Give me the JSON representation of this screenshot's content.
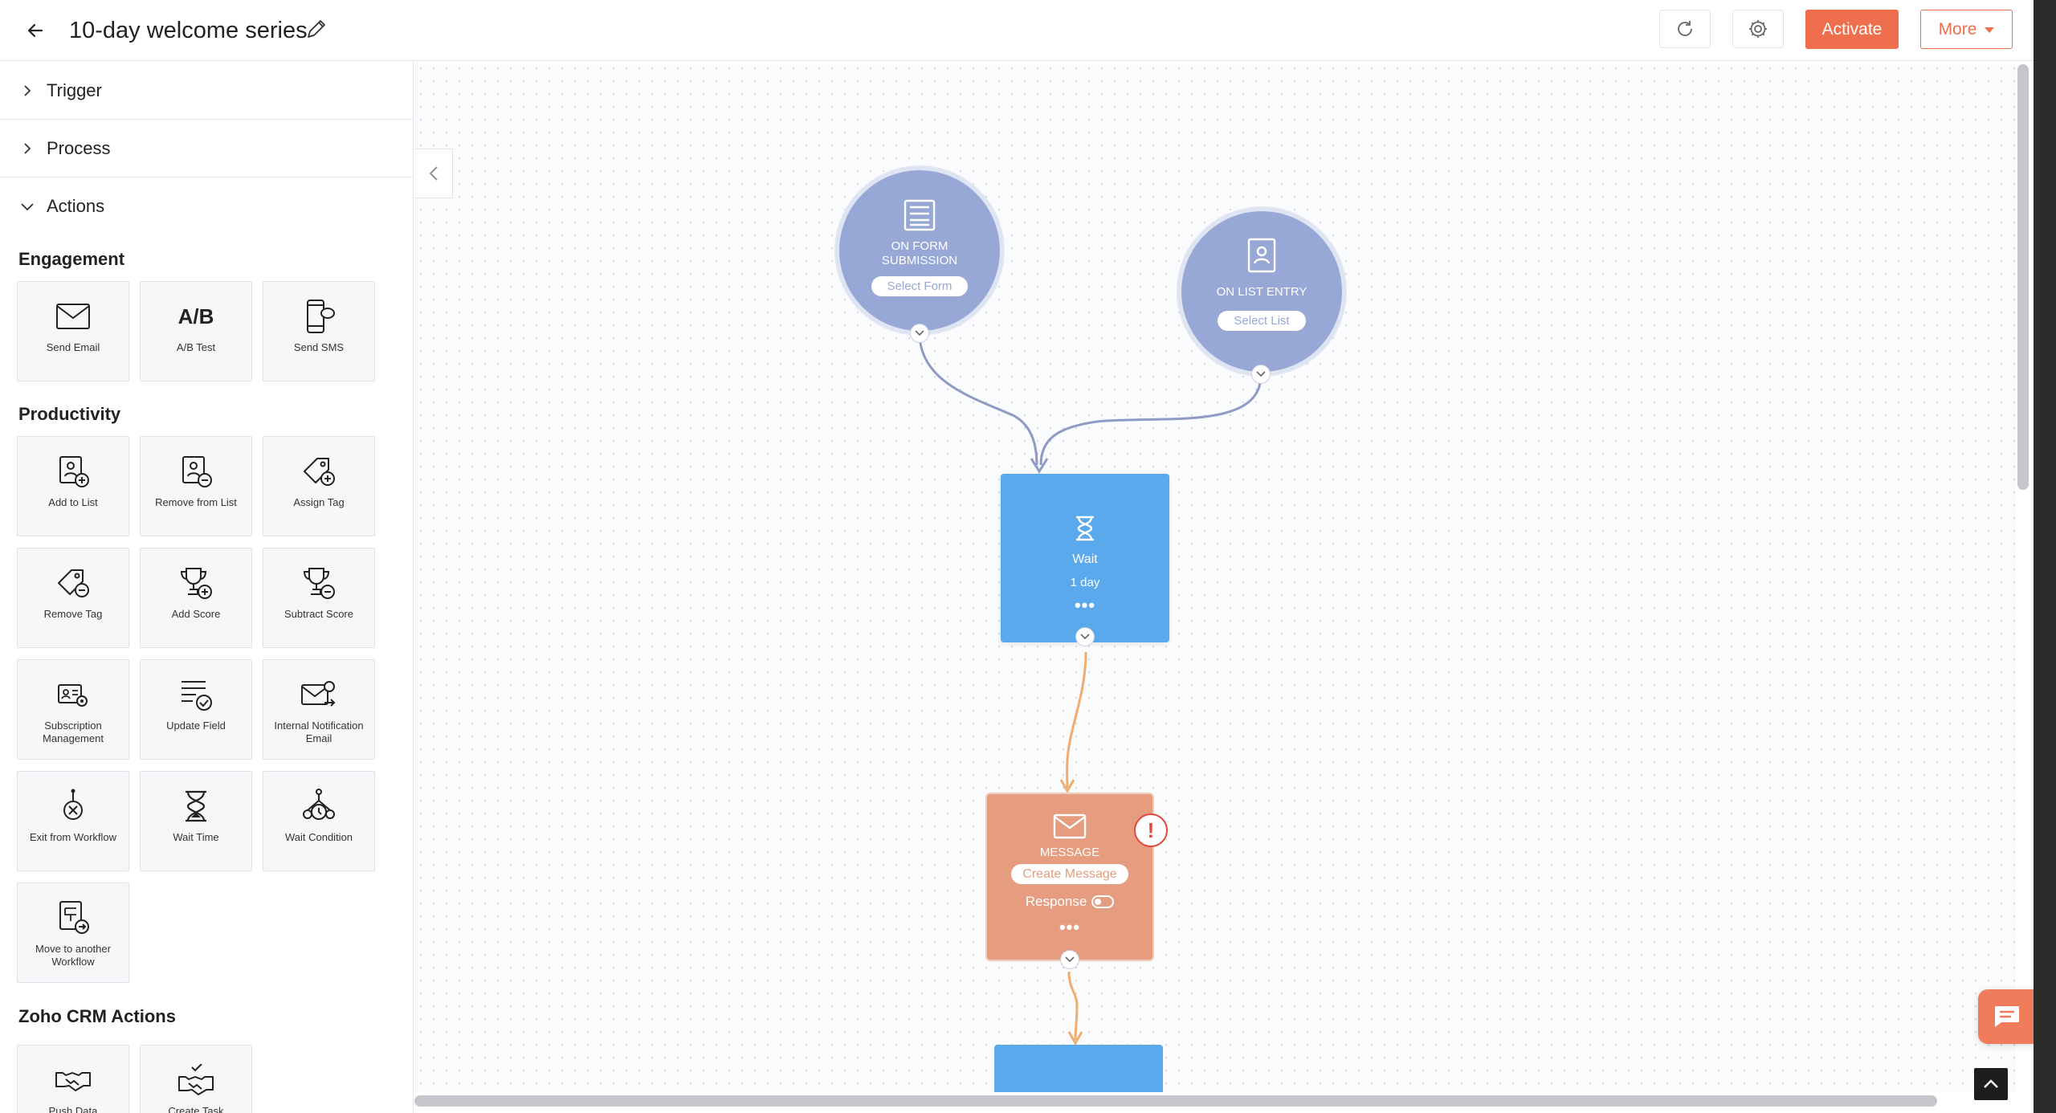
{
  "header": {
    "title": "10-day welcome series",
    "activate_label": "Activate",
    "more_label": "More"
  },
  "sidebar": {
    "accordions": [
      "Trigger",
      "Process",
      "Actions"
    ],
    "sections": [
      {
        "title": "Engagement",
        "tiles": [
          {
            "label": "Send Email",
            "icon": "envelope-icon"
          },
          {
            "label": "A/B Test",
            "icon": "ab-text-icon",
            "icon_text": "A/B"
          },
          {
            "label": "Send SMS",
            "icon": "phone-chat-icon"
          }
        ]
      },
      {
        "title": "Productivity",
        "tiles": [
          {
            "label": "Add to List",
            "icon": "contact-add-icon"
          },
          {
            "label": "Remove from List",
            "icon": "contact-remove-icon"
          },
          {
            "label": "Assign Tag",
            "icon": "tag-add-icon"
          },
          {
            "label": "Remove Tag",
            "icon": "tag-remove-icon"
          },
          {
            "label": "Add Score",
            "icon": "trophy-add-icon"
          },
          {
            "label": "Subtract Score",
            "icon": "trophy-remove-icon"
          },
          {
            "label": "Subscription Management",
            "icon": "id-card-gear-icon"
          },
          {
            "label": "Update Field",
            "icon": "list-check-icon"
          },
          {
            "label": "Internal Notification Email",
            "icon": "mail-forward-icon"
          },
          {
            "label": "Exit from Workflow",
            "icon": "exit-x-icon"
          },
          {
            "label": "Wait Time",
            "icon": "hourglass-icon"
          },
          {
            "label": "Wait Condition",
            "icon": "branch-clock-icon"
          },
          {
            "label": "Move to another Workflow",
            "icon": "workflow-move-icon"
          }
        ]
      },
      {
        "title": "Zoho CRM Actions",
        "tiles": [
          {
            "label": "Push Data",
            "icon": "handshake-icon"
          },
          {
            "label": "Create Task",
            "icon": "handshake-check-icon"
          }
        ]
      }
    ]
  },
  "canvas": {
    "form_node": {
      "title": "ON FORM SUBMISSION",
      "button": "Select Form"
    },
    "list_node": {
      "title": "ON LIST ENTRY",
      "button": "Select List"
    },
    "wait_node": {
      "title": "Wait",
      "value": "1 day"
    },
    "message_node": {
      "title": "MESSAGE",
      "button": "Create Message",
      "response_label": "Response",
      "warning": "!"
    }
  },
  "colors": {
    "accent": "#ee6e4e",
    "trigger_node": "#98a8d6",
    "wait_node": "#5aa9ec",
    "message_node": "#e59c7f",
    "connector_blue": "#8e9cc4",
    "connector_orange": "#efae6f"
  }
}
